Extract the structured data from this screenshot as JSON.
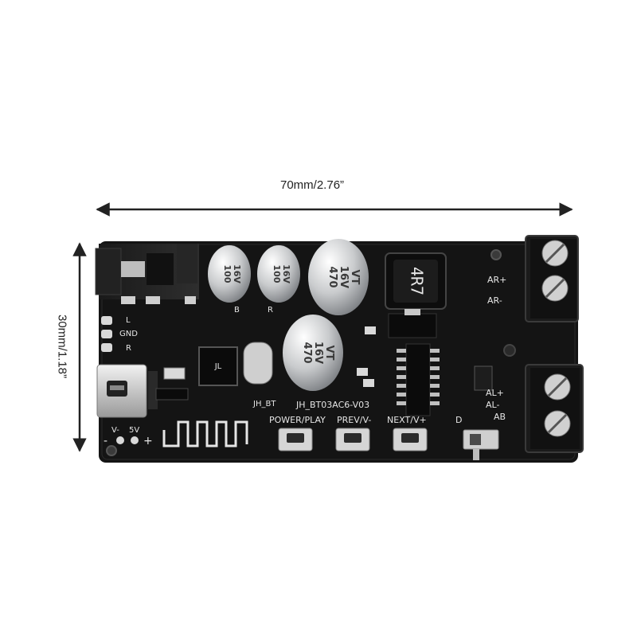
{
  "dimensions": {
    "width": "70mm/2.76”",
    "height": "30mm/1.18”"
  },
  "board": {
    "model": "JH_BT03AC6-V03",
    "module_label": "JH_BT",
    "buttons": {
      "power_play": "POWER/PLAY",
      "prev": "PREV/V-",
      "next": "NEXT/V+"
    },
    "switch_label": "D",
    "input_pins": {
      "left": "L",
      "ground": "GND",
      "right": "R"
    },
    "power_labels": {
      "v_minus": "V-",
      "five_v": "5V",
      "minus": "-",
      "plus": "+"
    },
    "right_channel": {
      "plus": "AR+",
      "minus": "AR-"
    },
    "left_channel": {
      "plus": "AL+",
      "minus": "AL-",
      "bridge": "AB"
    },
    "cap_pad_labels": {
      "small_left": "B",
      "small_right": "R"
    },
    "capacitors": [
      {
        "value": "100",
        "voltage": "16V"
      },
      {
        "value": "100",
        "voltage": "16V"
      },
      {
        "value": "470",
        "voltage": "16V",
        "brand": "VT"
      },
      {
        "value": "470",
        "voltage": "16V",
        "brand": "VT"
      }
    ],
    "inductor_marking": "4R7"
  }
}
